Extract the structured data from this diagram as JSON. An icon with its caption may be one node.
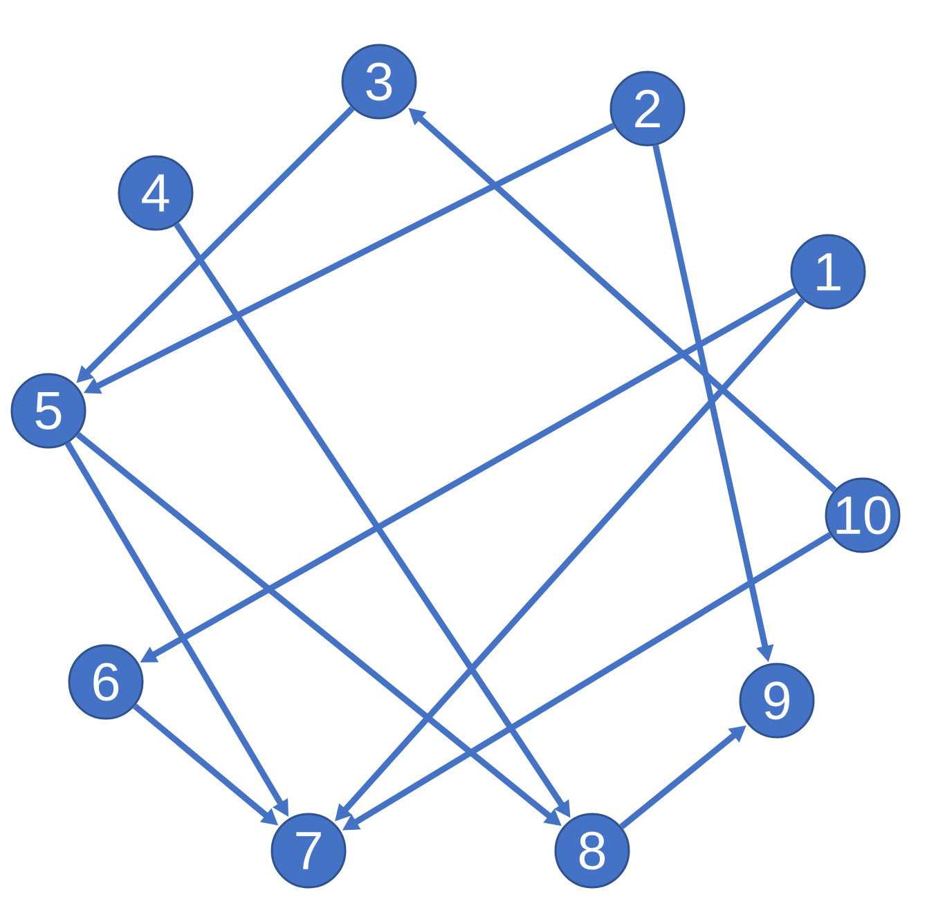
{
  "diagram": {
    "nodes": [
      {
        "text": [
          "3"
        ]
      },
      {
        "text": [
          "2"
        ]
      },
      {
        "text": [
          "4"
        ]
      },
      {
        "text": [
          "1"
        ]
      },
      {
        "text": [
          "5"
        ]
      },
      {
        "text": [
          "10"
        ]
      },
      {
        "text": [
          "6"
        ]
      },
      {
        "text": [
          "9"
        ]
      },
      {
        "text": [
          "7"
        ]
      },
      {
        "text": [
          "8"
        ]
      }
    ],
    "edges": [
      {
        "from": 0,
        "to": 4,
        "arrow": "to"
      },
      {
        "from": 1,
        "to": 4,
        "arrow": "to"
      },
      {
        "from": 5,
        "to": 0,
        "arrow": "to"
      },
      {
        "from": 1,
        "to": 7,
        "arrow": "to"
      },
      {
        "from": 2,
        "to": 9,
        "arrow": "to"
      },
      {
        "from": 3,
        "to": 6,
        "arrow": "to"
      },
      {
        "from": 3,
        "to": 8,
        "arrow": "to"
      },
      {
        "from": 5,
        "to": 8,
        "arrow": "to"
      },
      {
        "from": 4,
        "to": 8,
        "arrow": "to"
      },
      {
        "from": 4,
        "to": 9,
        "arrow": "to"
      },
      {
        "from": 6,
        "to": 8,
        "arrow": "to"
      },
      {
        "from": 9,
        "to": 7,
        "arrow": "to"
      }
    ]
  }
}
